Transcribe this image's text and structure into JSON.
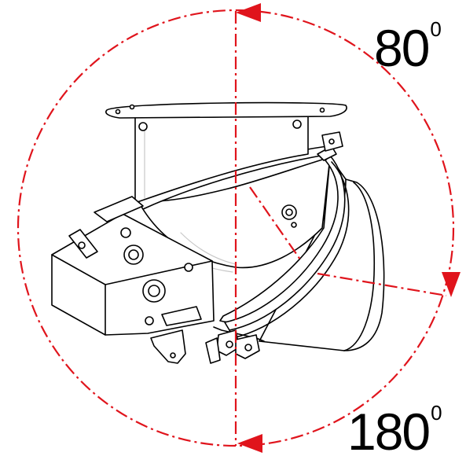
{
  "labels": {
    "angle_top": {
      "value": "80",
      "unit": "0"
    },
    "angle_bottom": {
      "value": "180",
      "unit": "0"
    }
  },
  "colors": {
    "rotation_path": "#e0141c",
    "outline": "#000000",
    "background": "#ffffff",
    "construction_line": "#c8c8c8"
  },
  "icons": {
    "top_arrow": "arrowhead-left",
    "right_arrow": "arrowhead-down",
    "bottom_arrow": "arrowhead-left"
  }
}
